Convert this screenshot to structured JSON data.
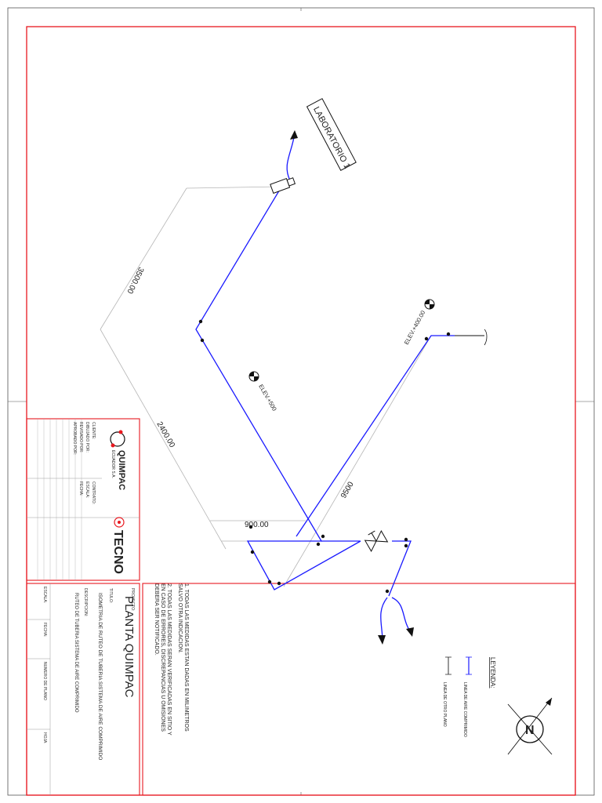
{
  "drawing": {
    "room_label": "LABORATORIO 1",
    "elevation_1": "ELEV.+500",
    "elevation_2": "ELEV.+400.00",
    "dim_1": "3500.00",
    "dim_2": "2400.00",
    "dim_3": "900.00",
    "dim_4": "9500"
  },
  "notes": [
    "1.  TODAS LAS MEDIDAS ESTAN DADAS EN MILIMETROS",
    "     SALVO OTRA INDICACION.",
    "2.  TODAS LAS MEDIDAS SERAN VERIFICADAS EN SITIO Y",
    "     EN CASO DE ERRORES,  DISCREPANCIAS U OMISIONES",
    "     DEBERA SER NOTIFICADO."
  ],
  "legend": {
    "title": "LEYENDA:",
    "items": [
      "LINEA DE AIRE COMPRIMIDO",
      "LINEA DE OTRO PLANO"
    ]
  },
  "compass": {
    "letter": "N"
  },
  "title_block": {
    "client_logo": "QUIMPAC",
    "client_subtitle": "ECUADOR S.A.",
    "firm_logo": "TECNO",
    "project_label": "PROYECTO:",
    "project": "PLANTA QUIMPAC",
    "title_label": "TITULO:",
    "title": "ISOMETRIA DE RUTEO DE TUBERIA SISTEMA DE AIRE COMPRIMIDO",
    "description_label": "DESCRIPCION:",
    "description": "RUTEO DE TUBERIA SISTEMA DE AIRE COMPRIMIDO",
    "rows_left": [
      "CLIENTE:",
      "DIBUJADO POR:",
      "REVISADO POR:",
      "APROBADO POR:"
    ],
    "rows_right": [
      "CONTRATO:",
      "ESCALA:",
      "FECHA:"
    ],
    "bottom": [
      "ESCALA:",
      "FECHA:",
      "NUMERO DE PLANO",
      "HOJA"
    ]
  },
  "colors": {
    "frame": "#e8181f",
    "pipe": "#1a1aff",
    "dim": "#b5b5b5",
    "ink": "#111111"
  },
  "icons": [
    "north-compass-icon",
    "valve-icon",
    "flow-arrow-icon",
    "elevation-marker-icon"
  ]
}
